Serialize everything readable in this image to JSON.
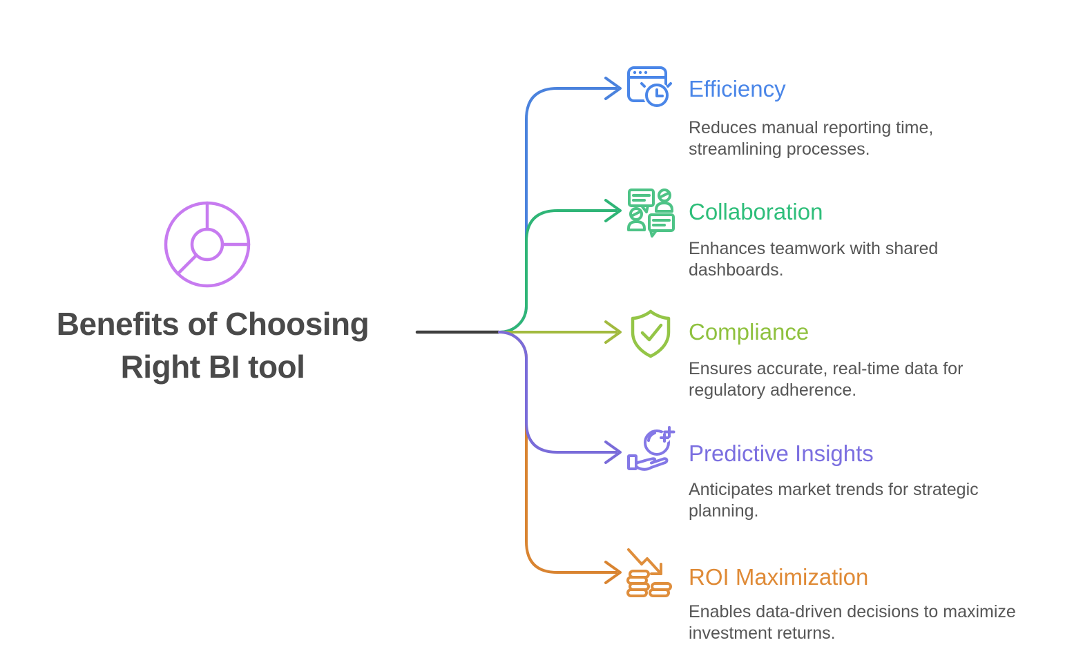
{
  "header": {
    "title_lines": [
      "Benefits of Choosing",
      "Right BI tool"
    ],
    "title_color": "#4a4a4a",
    "icon": "donut-chart-icon",
    "icon_color": "#c77bf0"
  },
  "connector": {
    "trunk_color": "#3f3f3f"
  },
  "items": [
    {
      "title": "Efficiency",
      "desc_lines": [
        "Reduces manual reporting time,",
        "streamlining processes."
      ],
      "title_color": "#4a86e8",
      "line_color": "#4a82dd",
      "icon": "browser-clock-icon"
    },
    {
      "title": "Collaboration",
      "desc_lines": [
        "Enhances teamwork with shared",
        "dashboards."
      ],
      "title_color": "#2ebe7a",
      "line_color": "#2fb577",
      "icon": "chat-people-icon"
    },
    {
      "title": "Compliance",
      "desc_lines": [
        "Ensures accurate, real-time data for",
        "regulatory adherence."
      ],
      "title_color": "#8fc13f",
      "line_color": "#a2ba3f",
      "icon": "shield-check-icon"
    },
    {
      "title": "Predictive Insights",
      "desc_lines": [
        "Anticipates market trends for strategic",
        "planning."
      ],
      "title_color": "#7b6fe0",
      "line_color": "#7a6cd9",
      "icon": "hand-sparkle-icon"
    },
    {
      "title": "ROI Maximization",
      "desc_lines": [
        "Enables data-driven decisions to maximize",
        "investment returns."
      ],
      "title_color": "#df8a36",
      "line_color": "#d98431",
      "icon": "coins-arrow-icon"
    }
  ]
}
